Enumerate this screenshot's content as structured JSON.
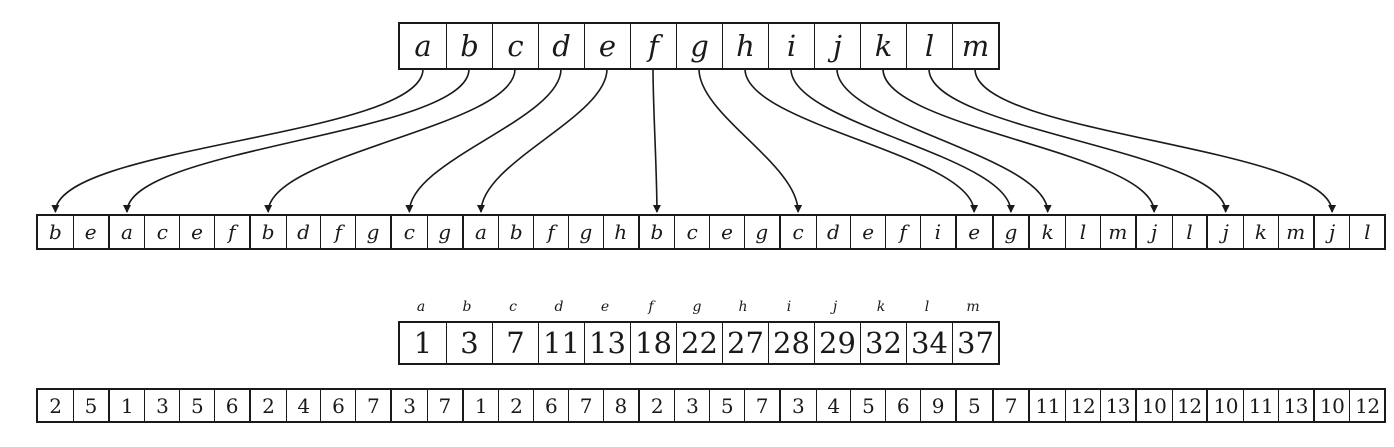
{
  "title": "adjacency-list-as-arrays-diagram",
  "colors": {
    "line": "#1a1a1a",
    "background": "#ffffff"
  },
  "vertex_array": {
    "cells": [
      "a",
      "b",
      "c",
      "d",
      "e",
      "f",
      "g",
      "h",
      "i",
      "j",
      "k",
      "l",
      "m"
    ]
  },
  "adjacency_letters": {
    "groups": [
      [
        "b",
        "e"
      ],
      [
        "a",
        "c",
        "e",
        "f"
      ],
      [
        "b",
        "d",
        "f",
        "g"
      ],
      [
        "c",
        "g"
      ],
      [
        "a",
        "b",
        "f",
        "g",
        "h"
      ],
      [
        "b",
        "c",
        "e",
        "g"
      ],
      [
        "c",
        "d",
        "e",
        "f",
        "i"
      ],
      [
        "e"
      ],
      [
        "g"
      ],
      [
        "k",
        "l",
        "m"
      ],
      [
        "j",
        "l"
      ],
      [
        "j",
        "k",
        "m"
      ],
      [
        "j",
        "l"
      ]
    ]
  },
  "index_array": {
    "labels": [
      "a",
      "b",
      "c",
      "d",
      "e",
      "f",
      "g",
      "h",
      "i",
      "j",
      "k",
      "l",
      "m"
    ],
    "values": [
      "1",
      "3",
      "7",
      "11",
      "13",
      "18",
      "22",
      "27",
      "28",
      "29",
      "32",
      "34",
      "37"
    ]
  },
  "adjacency_numbers": {
    "groups": [
      [
        "2",
        "5"
      ],
      [
        "1",
        "3",
        "5",
        "6"
      ],
      [
        "2",
        "4",
        "6",
        "7"
      ],
      [
        "3",
        "7"
      ],
      [
        "1",
        "2",
        "6",
        "7",
        "8"
      ],
      [
        "2",
        "3",
        "5",
        "7"
      ],
      [
        "3",
        "4",
        "5",
        "6",
        "9"
      ],
      [
        "5"
      ],
      [
        "7"
      ],
      [
        "11",
        "12",
        "13"
      ],
      [
        "10",
        "12"
      ],
      [
        "10",
        "11",
        "13"
      ],
      [
        "10",
        "12"
      ]
    ]
  },
  "arrows": [
    {
      "from": "a",
      "to_group": 0
    },
    {
      "from": "b",
      "to_group": 1
    },
    {
      "from": "c",
      "to_group": 2
    },
    {
      "from": "d",
      "to_group": 3
    },
    {
      "from": "e",
      "to_group": 4
    },
    {
      "from": "f",
      "to_group": 5
    },
    {
      "from": "g",
      "to_group": 6
    },
    {
      "from": "h",
      "to_group": 7
    },
    {
      "from": "i",
      "to_group": 8
    },
    {
      "from": "j",
      "to_group": 9
    },
    {
      "from": "k",
      "to_group": 10
    },
    {
      "from": "l",
      "to_group": 11
    },
    {
      "from": "m",
      "to_group": 12
    }
  ]
}
